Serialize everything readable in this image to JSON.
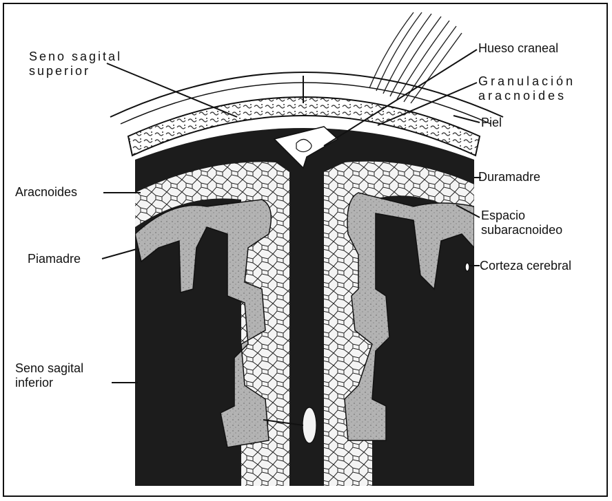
{
  "labels": {
    "seno_sagital_superior": "Seno  sagital\nsuperior",
    "aracnoides": "Aracnoides",
    "piamadre": "Piamadre",
    "seno_sagital_inferior": "Seno sagital\ninferior",
    "hueso_craneal": "Hueso craneal",
    "granulacion_aracnoides": "Granulación\naracnoides",
    "piel": "Piel",
    "duramadre": "Duramadre",
    "espacio_subaracnoideo": "Espacio\nsubaracnoideo",
    "corteza_cerebral": "Corteza cerebral"
  },
  "colors": {
    "dark_tissue": "#1c1c1c",
    "cortex_gray": "#b3b3b3",
    "arachnoid_white": "#f4f4f4",
    "line": "#111111"
  }
}
